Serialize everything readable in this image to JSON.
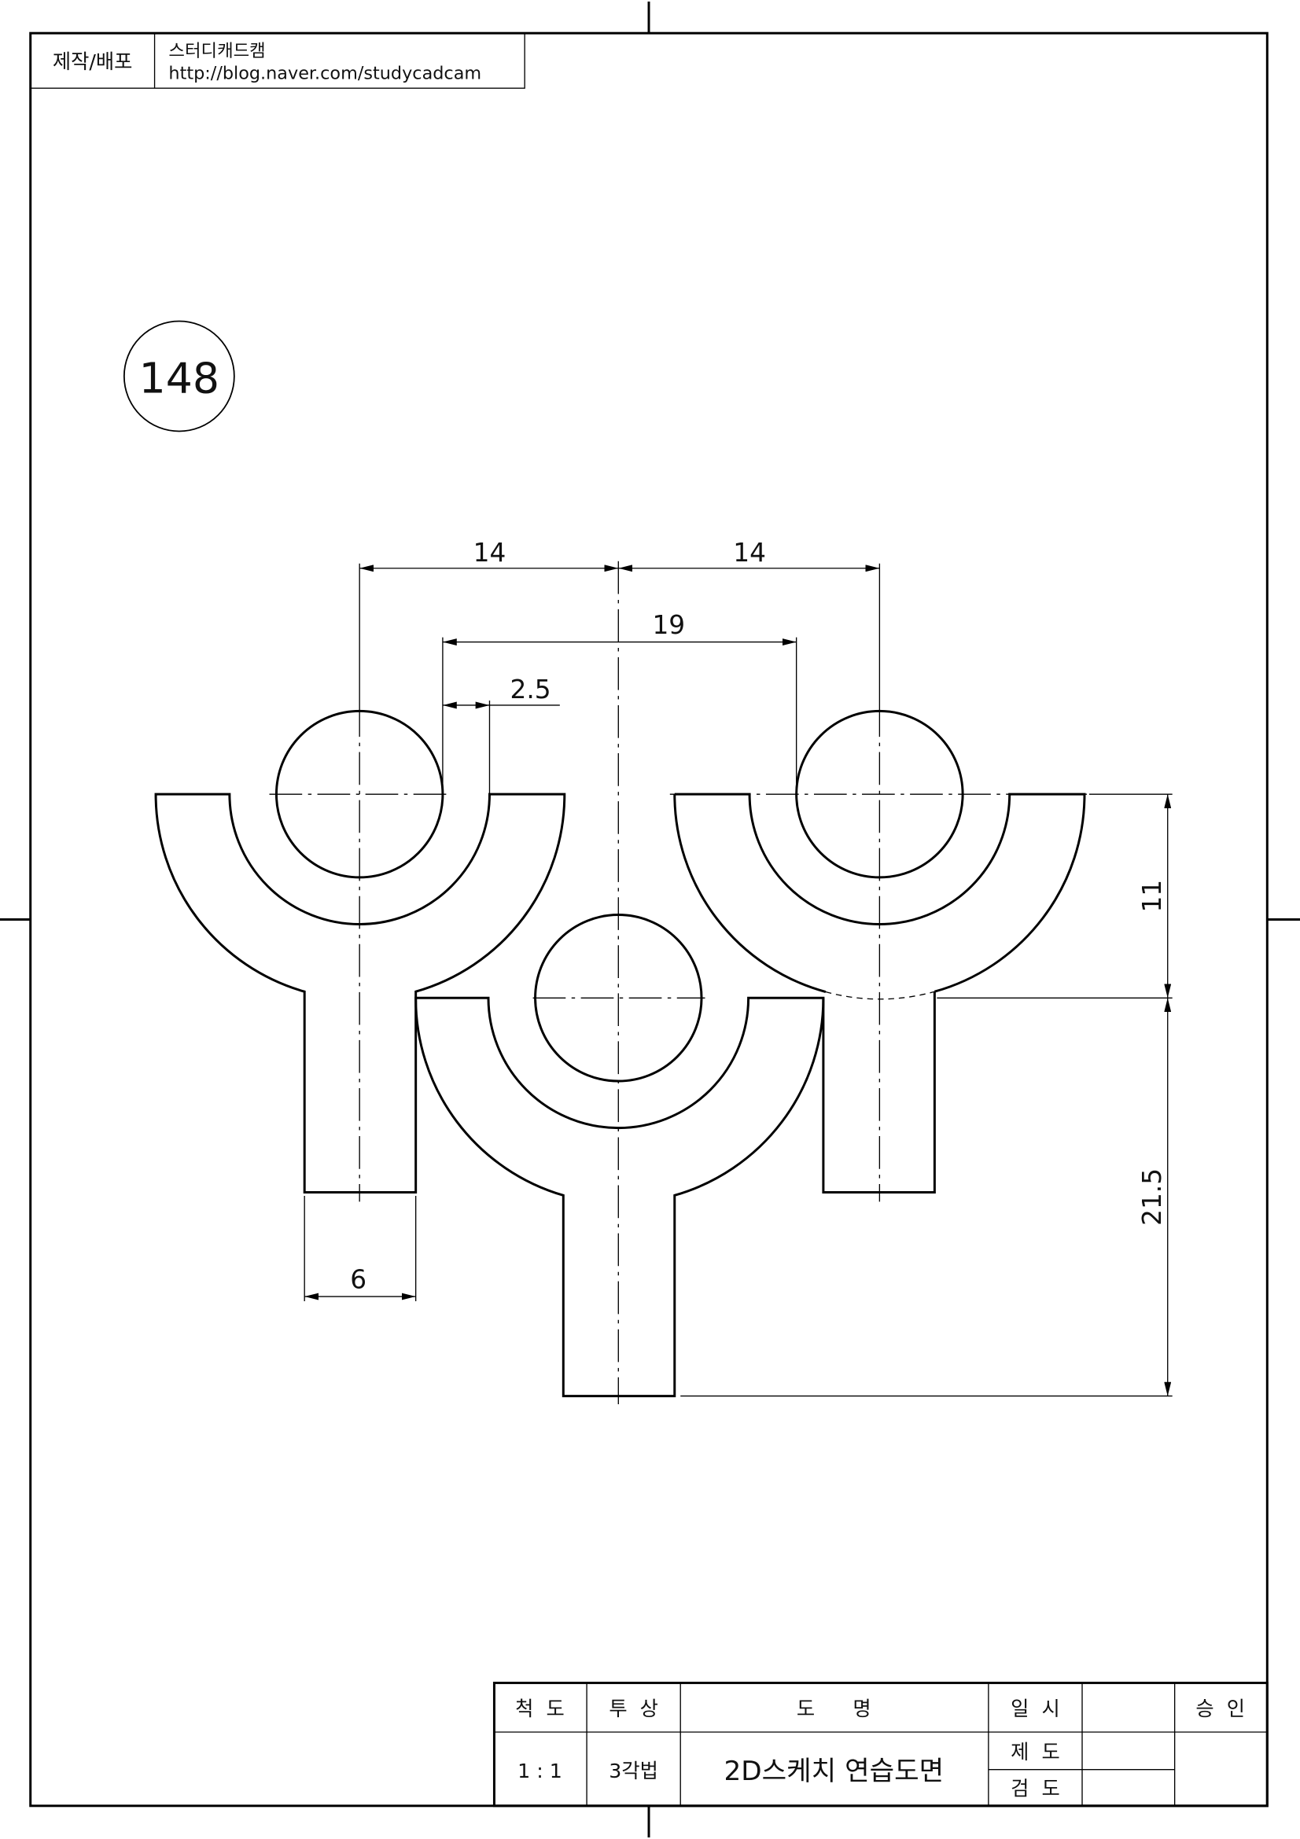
{
  "header": {
    "label": "제작/배포",
    "author": "스터디캐드캠",
    "url": "http://blog.naver.com/studycadcam"
  },
  "drawing_number": "148",
  "dimensions": {
    "left_offset": "14",
    "right_offset": "14",
    "inner_span": "19",
    "gap": "2.5",
    "stem_width": "6",
    "vertical_offset": "11",
    "stem_height": "21.5"
  },
  "title_block": {
    "scale_label": "척  도",
    "projection_label": "투  상",
    "title_label": "도      명",
    "date_label": "일  시",
    "approval_label": "승  인",
    "scale_value": "1 : 1",
    "projection_value": "3각법",
    "title_value": "2D스케치 연습도면",
    "drafter_label": "제  도",
    "checker_label": "검  도"
  }
}
